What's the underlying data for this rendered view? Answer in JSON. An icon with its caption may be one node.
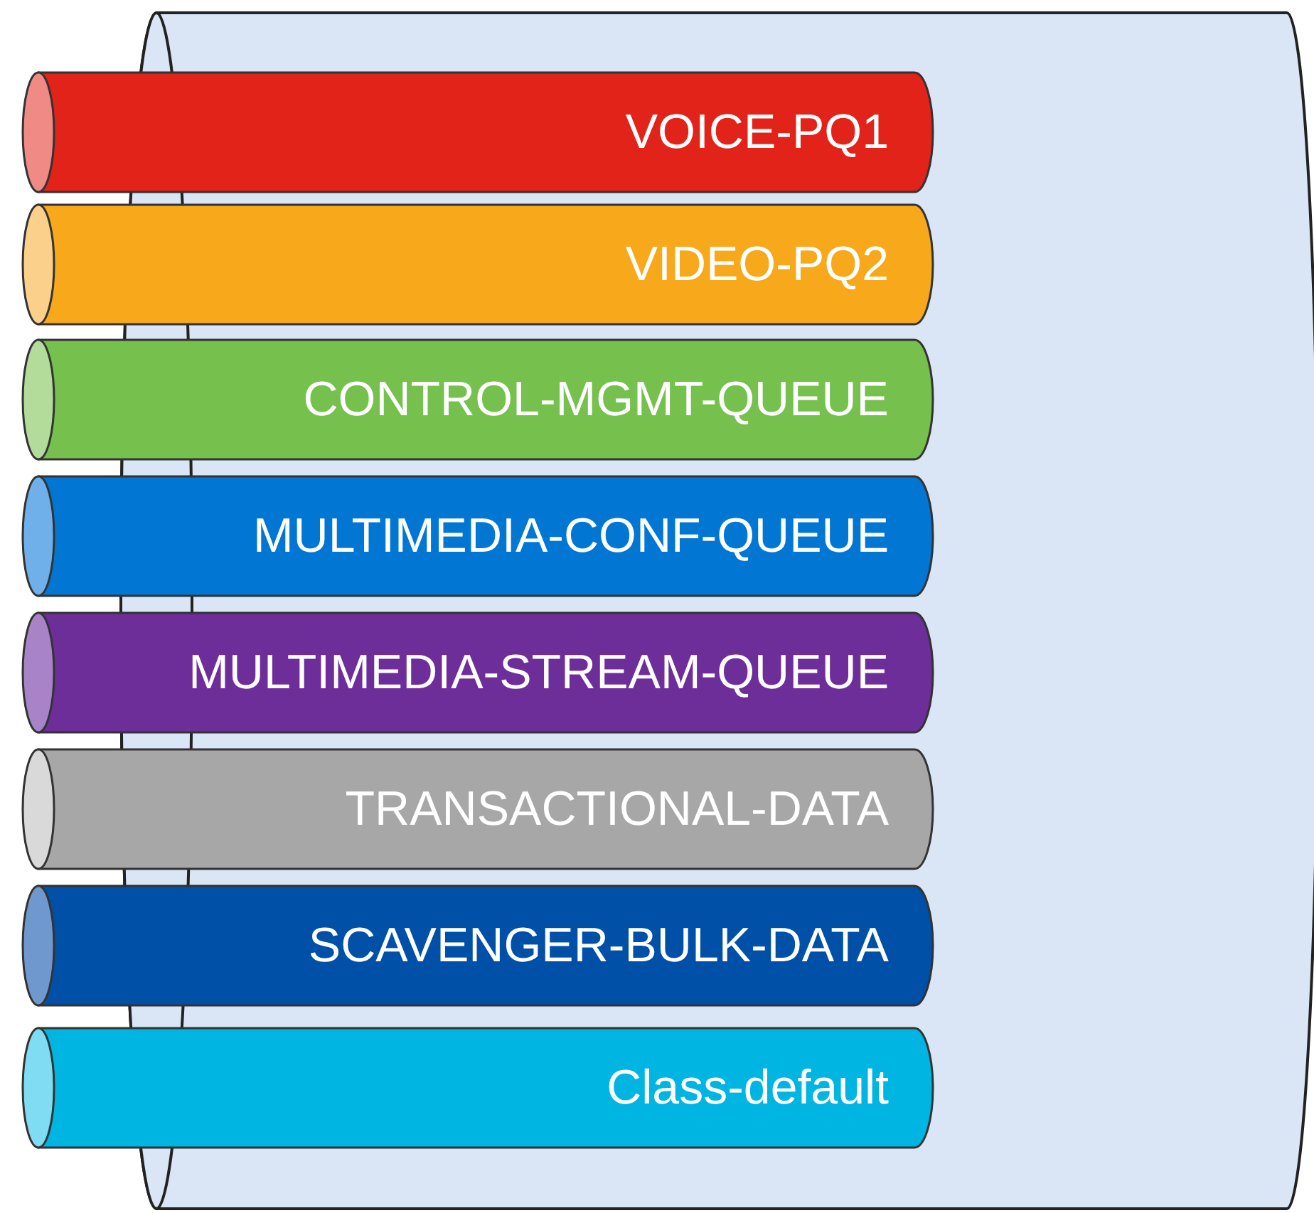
{
  "diagram": {
    "nodes": [
      {
        "text": [],
        "shape": "cylinder"
      },
      {
        "text": [
          "VOICE-PQ1"
        ]
      },
      {
        "text": [
          "VIDEO-PQ2"
        ]
      },
      {
        "text": [
          "CONTROL-MGMT-QUEUE"
        ]
      },
      {
        "text": [
          "MULTIMEDIA-CONF-QUEUE"
        ]
      },
      {
        "text": [
          "MULTIMEDIA-STREAM-QUEUE"
        ]
      },
      {
        "text": [
          "TRANSACTIONAL-DATA"
        ]
      },
      {
        "text": [
          "SCAVENGER-BULK-DATA"
        ]
      },
      {
        "text": [
          "Class-default"
        ]
      }
    ]
  }
}
